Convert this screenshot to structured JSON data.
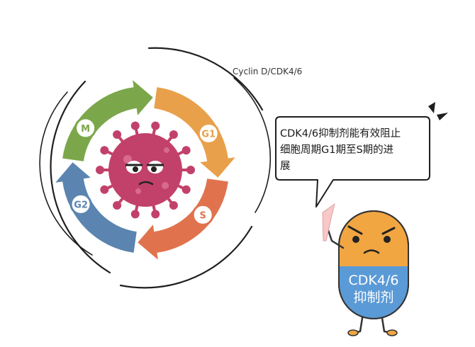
{
  "diagram": {
    "cycle_label": "Cyclin D/CDK4/6",
    "phases": [
      {
        "id": "g1",
        "label": "G1",
        "color": "#e9a04b"
      },
      {
        "id": "s",
        "label": "S",
        "color": "#e0734e"
      },
      {
        "id": "g2",
        "label": "G2",
        "color": "#5b85b0"
      },
      {
        "id": "m",
        "label": "M",
        "color": "#7ba74a"
      }
    ],
    "virus_color": "#c2416a",
    "pill_top_color": "#f1a642",
    "pill_bottom_color": "#5a9ad6"
  },
  "speech_bubble": {
    "line1": "CDK4/6抑制剂能有效阻止",
    "line2": "细胞周期G1期至S期的进",
    "line3": "展"
  },
  "pill": {
    "label_line1": "CDK4/6",
    "label_line2": "抑制剂"
  }
}
